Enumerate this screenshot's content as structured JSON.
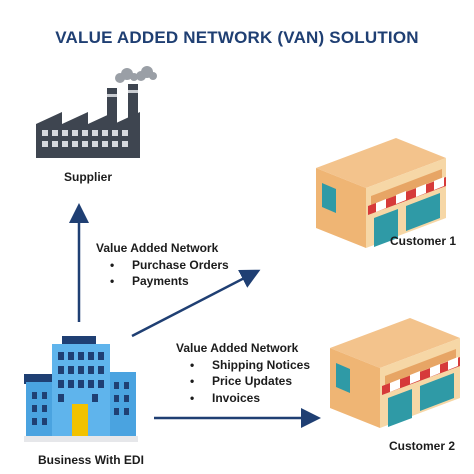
{
  "title": "VALUE ADDED NETWORK (VAN) SOLUTION",
  "nodes": {
    "supplier": "Supplier",
    "customer1": "Customer 1",
    "customer2": "Customer 2",
    "business": "Business With EDI"
  },
  "notes": {
    "upper": {
      "heading": "Value Added Network",
      "items": [
        "Purchase Orders",
        "Payments"
      ]
    },
    "lower": {
      "heading": "Value Added Network",
      "items": [
        "Shipping Notices",
        "Price Updates",
        "Invoices"
      ]
    }
  },
  "icons": {
    "supplier": "factory-icon",
    "customer1": "storefront-icon",
    "customer2": "storefront-icon",
    "business": "office-building-icon"
  },
  "colors": {
    "title": "#1f3f73",
    "arrow": "#1f3f73",
    "awning_red": "#d63a3a",
    "store_wall": "#f6d7a6",
    "window_teal": "#2f9aa6",
    "building_blue": "#4aa3e0",
    "door_yellow": "#f2c200",
    "factory_dark": "#3e4550"
  }
}
